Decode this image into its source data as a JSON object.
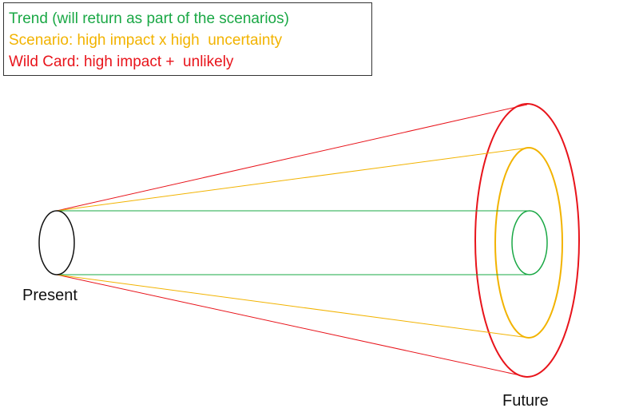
{
  "legend": {
    "trend": "Trend (will return as part of the scenarios)",
    "scenario": "Scenario: high impact x high  uncertainty",
    "wildcard": "Wild Card: high impact +  unlikely"
  },
  "labels": {
    "present": "Present",
    "future": "Future"
  },
  "colors": {
    "trend": "#1aa845",
    "scenario": "#f2b300",
    "wildcard": "#e8141b",
    "present": "#111111"
  }
}
